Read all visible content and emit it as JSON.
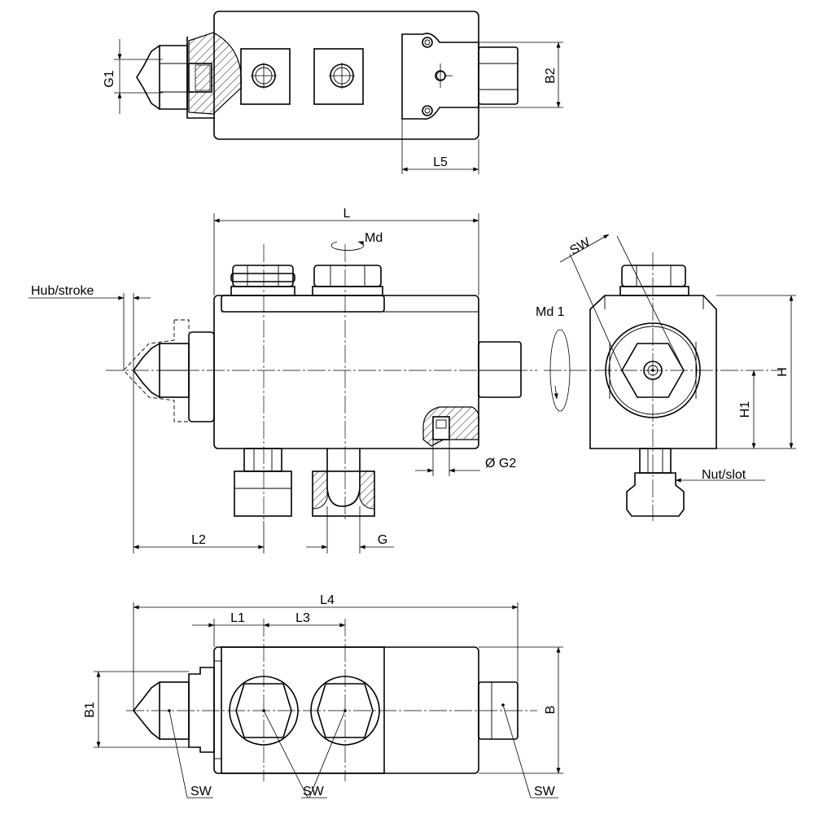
{
  "labels": {
    "g1": "G1",
    "b2": "B2",
    "l5": "L5",
    "l": "L",
    "md": "Md",
    "hub_stroke": "Hub/stroke",
    "sw": "SW",
    "md1": "Md 1",
    "h": "H",
    "h1": "H1",
    "g2": "Ø G2",
    "nut_slot": "Nut/slot",
    "l2": "L2",
    "g": "G",
    "l4": "L4",
    "l1": "L1",
    "l3": "L3",
    "b1": "B1",
    "b": "B"
  }
}
